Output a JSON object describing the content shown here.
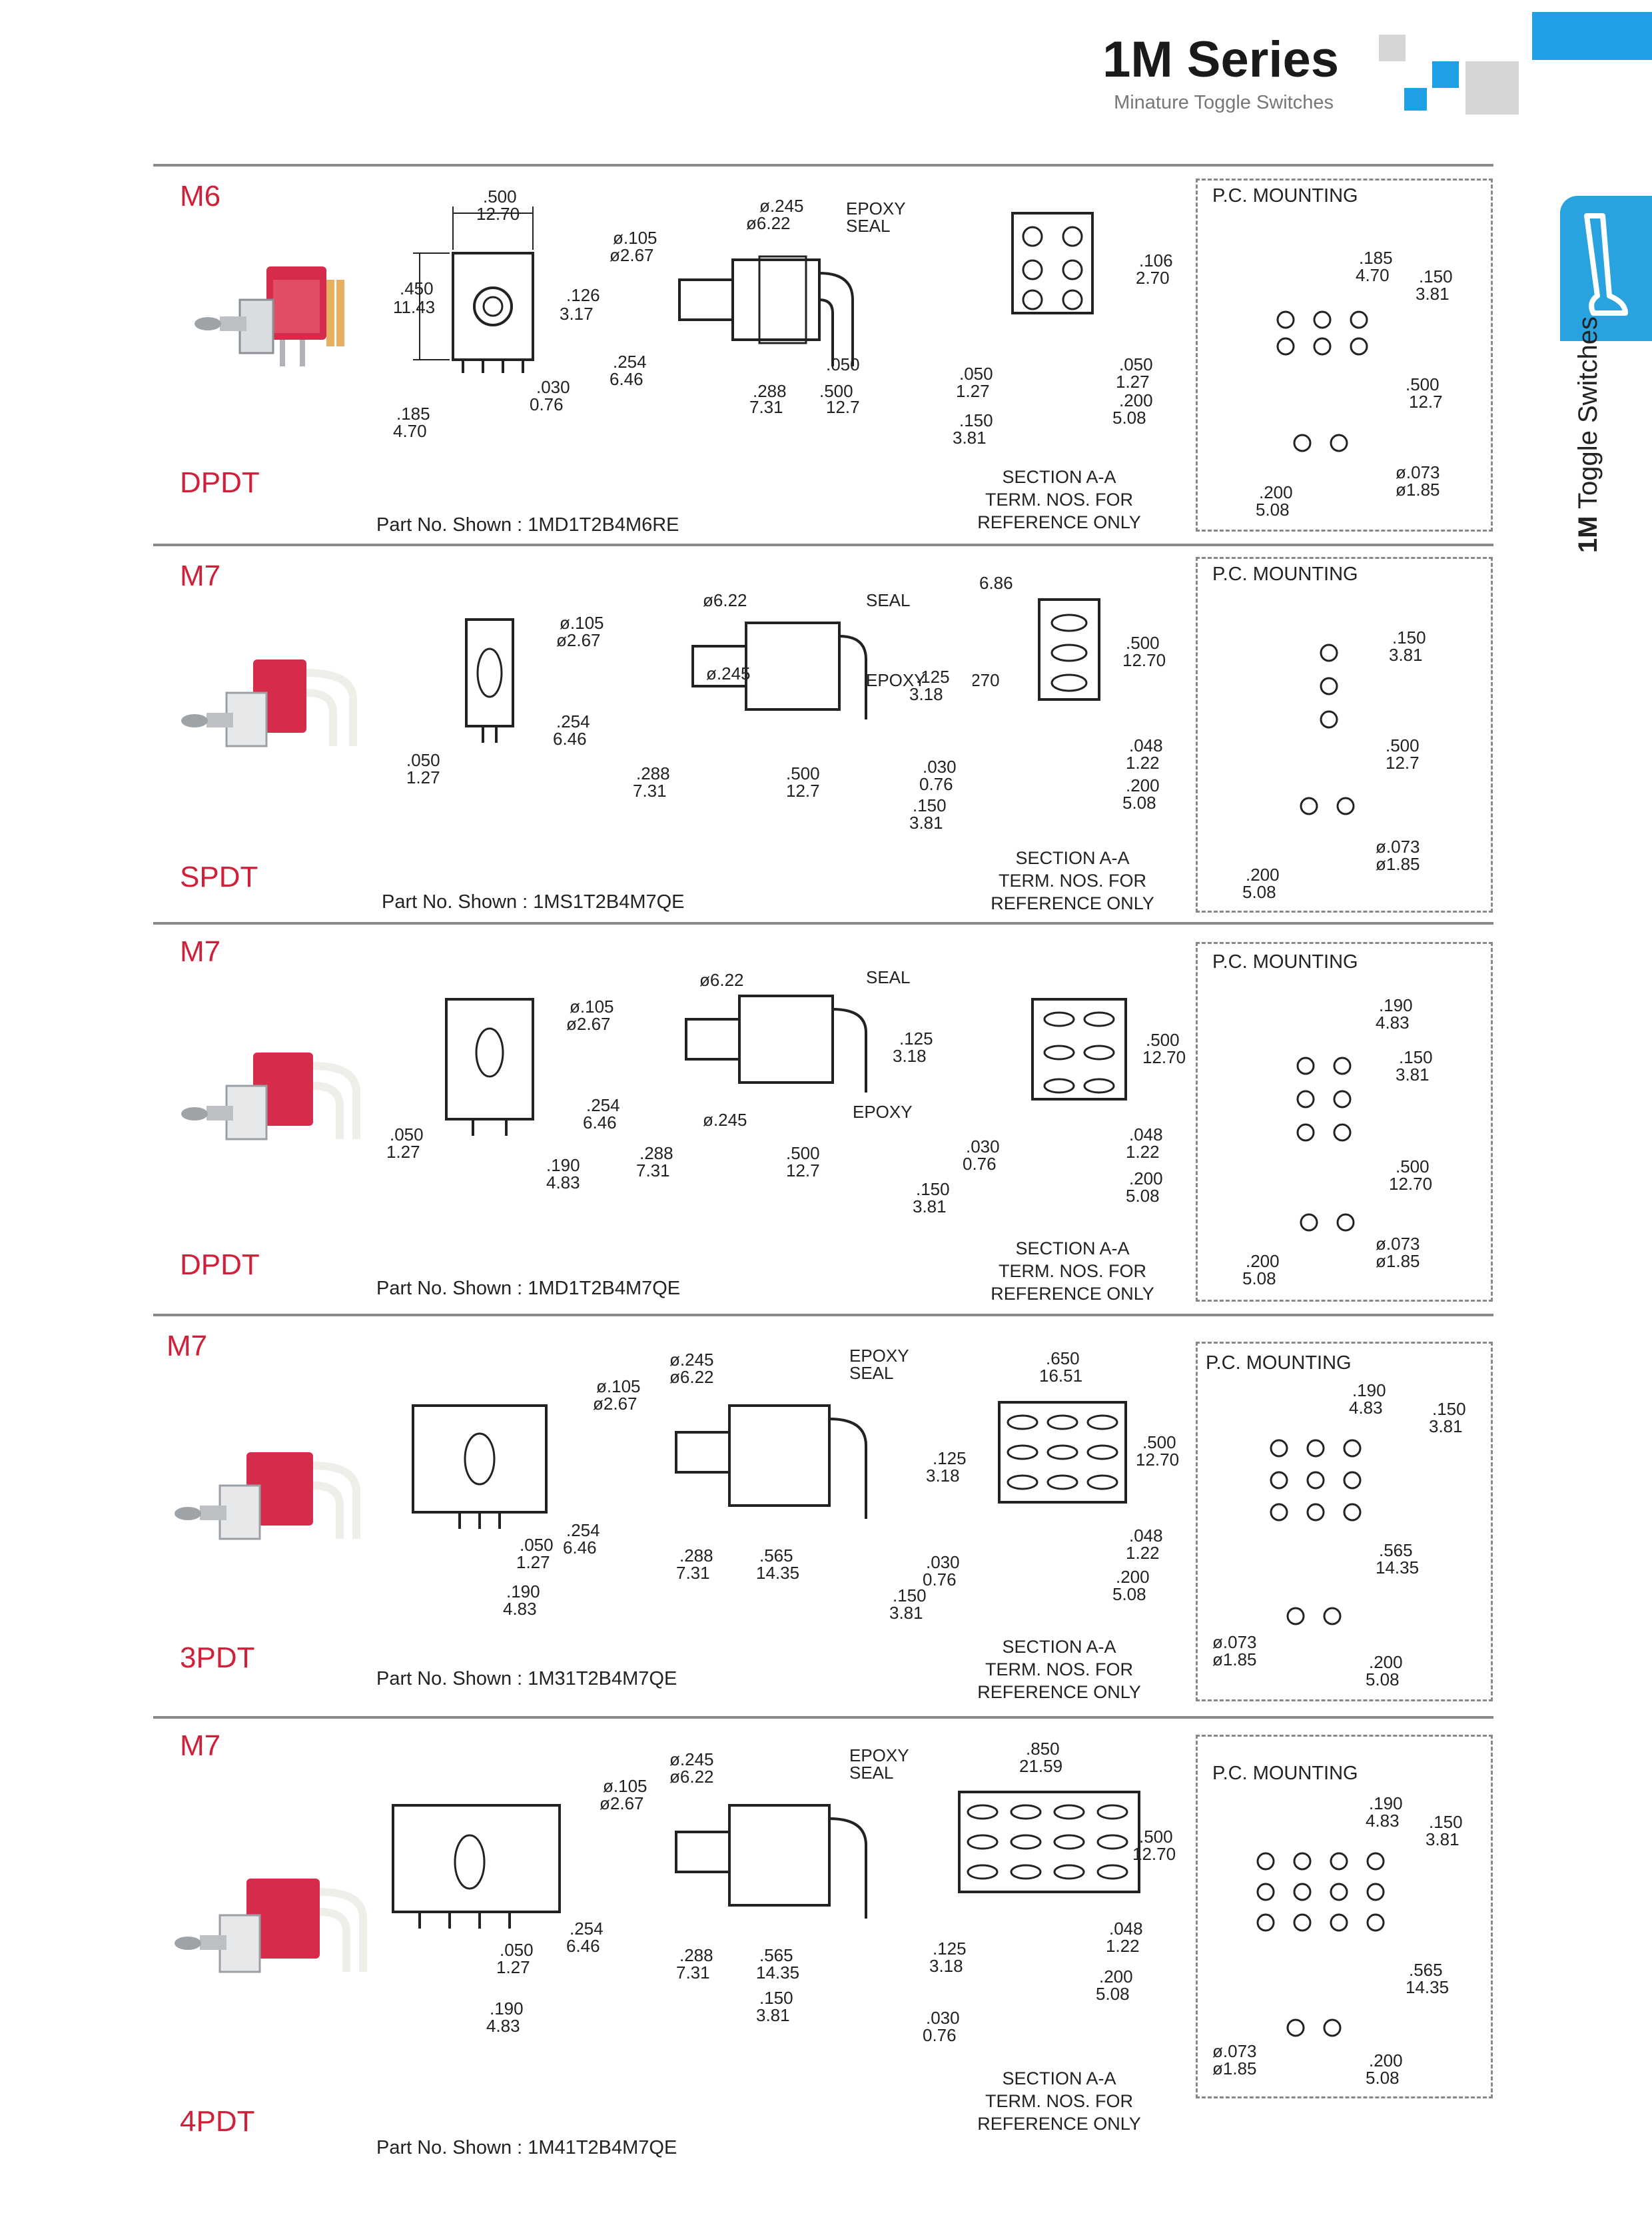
{
  "header": {
    "title": "1M Series",
    "subtitle": "Minature Toggle Switches",
    "colors": {
      "accent": "#29a3e0",
      "blue": "#1fa0e6",
      "gray": "#d6d6d6",
      "red": "#d11f3a"
    }
  },
  "side_tab": {
    "bold": "1M",
    "text": " Toggle  Switches",
    "icon": "toggle-lever-icon"
  },
  "common": {
    "pc_mounting": "P.C. MOUNTING",
    "section_line1": "SECTION A-A",
    "section_line2": "TERM. NOS. FOR",
    "section_line3": "REFERENCE ONLY",
    "epoxy": "EPOXY",
    "seal": "SEAL"
  },
  "sections": [
    {
      "code": "M6",
      "type": "DPDT",
      "part": "Part No. Shown : 1MD1T2B4M6RE"
    },
    {
      "code": "M7",
      "type": "SPDT",
      "part": "Part No. Shown : 1MS1T2B4M7QE"
    },
    {
      "code": "M7",
      "type": "DPDT",
      "part": "Part No. Shown : 1MD1T2B4M7QE"
    },
    {
      "code": "M7",
      "type": "3PDT",
      "part": "Part No. Shown : 1M31T2B4M7QE"
    },
    {
      "code": "M7",
      "type": "4PDT",
      "part": "Part No. Shown : 1M41T2B4M7QE"
    }
  ],
  "dims": {
    "d500": ".500",
    "d1270": "12.70",
    "d127": "12.7",
    "d450": ".450",
    "d1143": "11.43",
    "d105": "ø.105",
    "d267": "ø2.67",
    "d245": "ø.245",
    "d622": "ø6.22",
    "d126": ".126",
    "d317": "3.17",
    "d254": ".254",
    "d646": "6.46",
    "d288": ".288",
    "d731": "7.31",
    "d030": ".030",
    "d076": "0.76",
    "d050": ".050",
    "d127b": "1.27",
    "d185": ".185",
    "d470": "4.70",
    "d150": ".150",
    "d381": "3.81",
    "d106": ".106",
    "d270": "2.70",
    "d200": ".200",
    "d508": "5.08",
    "d073": "ø.073",
    "d185b": "ø1.85",
    "d125": ".125",
    "d318": "3.18",
    "d048": ".048",
    "d122": "1.22",
    "d686": "6.86",
    "d190": ".190",
    "d483": "4.83",
    "d565": ".565",
    "d1435": "14.35",
    "d650": ".650",
    "d1651": "16.51",
    "d850": ".850",
    "d2159": "21.59",
    "d622s": "ø6.22",
    "d270s": ".270"
  }
}
